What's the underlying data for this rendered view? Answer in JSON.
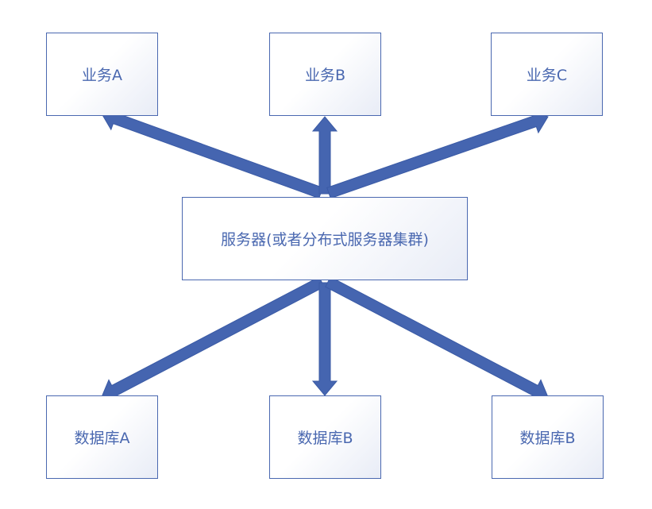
{
  "diagram": {
    "business_nodes": [
      "业务A",
      "业务B",
      "业务C"
    ],
    "server_node": "服务器(或者分布式服务器集群)",
    "database_nodes": [
      "数据库A",
      "数据库B",
      "数据库B"
    ]
  },
  "colors": {
    "arrow": "#4565b0",
    "box_border": "#4a68b0",
    "text": "#4a68b0"
  }
}
